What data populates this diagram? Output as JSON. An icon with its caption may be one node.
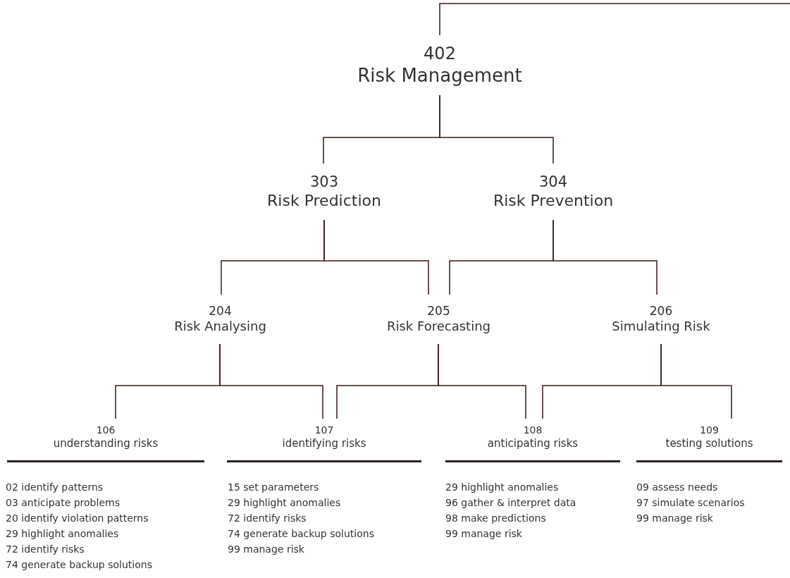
{
  "diagram": {
    "nodes": [
      {
        "text": [
          "402",
          "Risk Management"
        ]
      },
      {
        "text": [
          "303",
          "Risk Prediction"
        ]
      },
      {
        "text": [
          "304",
          "Risk Prevention"
        ]
      },
      {
        "text": [
          "204",
          "Risk Analysing"
        ]
      },
      {
        "text": [
          "205",
          "Risk Forecasting"
        ]
      },
      {
        "text": [
          "206",
          "Simulating Risk"
        ]
      },
      {
        "text": [
          "106",
          "understanding risks"
        ],
        "beside": [
          "02 identify patterns",
          "03 anticipate problems",
          "20 identify violation patterns",
          "29 highlight anomalies",
          "72 identify risks",
          "74 generate backup solutions"
        ]
      },
      {
        "text": [
          "107",
          "identifying risks"
        ],
        "beside": [
          "15 set parameters",
          "29 highlight anomalies",
          "72 identify risks",
          "74 generate backup solutions",
          "99 manage risk"
        ]
      },
      {
        "text": [
          "108",
          "anticipating risks"
        ],
        "beside": [
          "29 highlight anomalies",
          "96 gather & interpret data",
          "98 make predictions",
          "99 manage risk"
        ]
      },
      {
        "text": [
          "109",
          "testing solutions"
        ],
        "beside": [
          "09 assess needs",
          "97 simulate scenarios",
          "99 manage risk"
        ]
      }
    ],
    "edges": [
      {
        "from": 0,
        "to": null,
        "arrow": "none"
      },
      {
        "from": 0,
        "to": 1,
        "arrow": "none"
      },
      {
        "from": 0,
        "to": 2,
        "arrow": "none"
      },
      {
        "from": 1,
        "to": 3,
        "arrow": "none"
      },
      {
        "from": 1,
        "to": 4,
        "arrow": "none"
      },
      {
        "from": 2,
        "to": 4,
        "arrow": "none"
      },
      {
        "from": 2,
        "to": 5,
        "arrow": "none"
      },
      {
        "from": 3,
        "to": 6,
        "arrow": "none"
      },
      {
        "from": 3,
        "to": 7,
        "arrow": "none"
      },
      {
        "from": 4,
        "to": 7,
        "arrow": "none"
      },
      {
        "from": 4,
        "to": 8,
        "arrow": "none"
      },
      {
        "from": 5,
        "to": 8,
        "arrow": "none"
      },
      {
        "from": 5,
        "to": 9,
        "arrow": "none"
      }
    ]
  }
}
